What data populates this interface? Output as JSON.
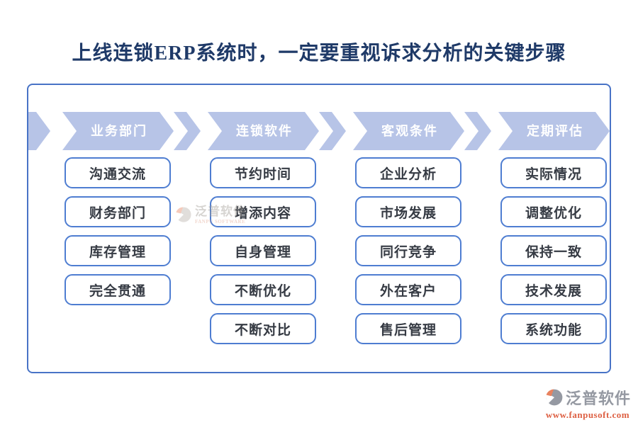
{
  "title": "上线连锁ERP系统时，一定要重视诉求分析的关键步骤",
  "columns": [
    {
      "header": "业务部门",
      "items": [
        "沟通交流",
        "财务部门",
        "库存管理",
        "完全贯通"
      ]
    },
    {
      "header": "连锁软件",
      "items": [
        "节约时间",
        "增添内容",
        "自身管理",
        "不断优化",
        "不断对比"
      ]
    },
    {
      "header": "客观条件",
      "items": [
        "企业分析",
        "市场发展",
        "同行竞争",
        "外在客户",
        "售后管理"
      ]
    },
    {
      "header": "定期评估",
      "items": [
        "实际情况",
        "调整优化",
        "保持一致",
        "技术发展",
        "系统功能"
      ]
    }
  ],
  "watermark": {
    "brand": "泛普软件",
    "sub": "FANPU SOFTWARE"
  },
  "footer_logo": {
    "brand": "泛普软件",
    "url": "www.fanpusoft.com"
  },
  "colors": {
    "band": "#b7c4e7",
    "band_text": "#ffffff",
    "box_border": "#4e7dd1",
    "box_text": "#363b44",
    "title_text": "#1f3a68",
    "panel_border": "#4873c6",
    "brand_gray": "#9599a2",
    "brand_orange": "#dd5f42"
  }
}
